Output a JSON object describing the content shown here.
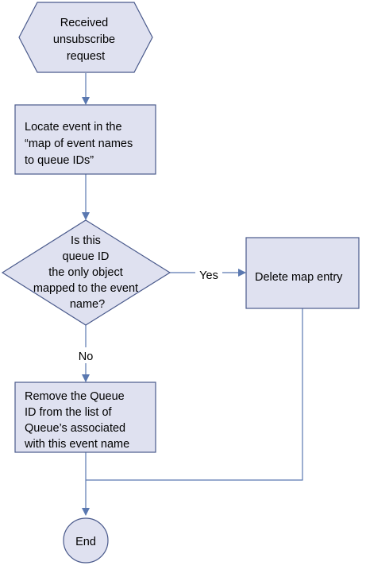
{
  "colors": {
    "fill": "#dfe1f0",
    "stroke": "#4a5a8c",
    "connector": "#5a78b0",
    "text": "#000000",
    "background": "#ffffff"
  },
  "nodes": {
    "start": {
      "shape": "hexagon",
      "lines": [
        "Received",
        "unsubscribe",
        "request"
      ]
    },
    "locate": {
      "shape": "process",
      "lines": [
        "Locate event in the",
        "“map of event names",
        "to queue IDs”"
      ]
    },
    "decision": {
      "shape": "decision",
      "lines": [
        "Is this",
        "queue ID",
        "the only object",
        "mapped to the event",
        "name?"
      ]
    },
    "delete": {
      "shape": "process",
      "lines": [
        "Delete map entry"
      ]
    },
    "remove": {
      "shape": "process",
      "lines": [
        "Remove the Queue",
        "ID from the list of",
        "Queue’s associated",
        "with this event name"
      ]
    },
    "end": {
      "shape": "terminator",
      "lines": [
        "End"
      ]
    }
  },
  "edges": {
    "yes_label": "Yes",
    "no_label": "No"
  }
}
